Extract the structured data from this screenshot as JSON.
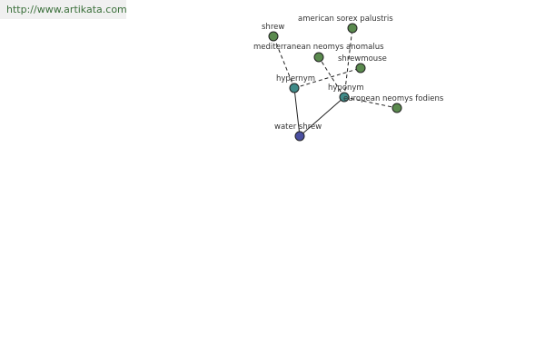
{
  "watermark": {
    "url": "http://www.artikata.com"
  },
  "graph": {
    "colors": {
      "leaf": "#5a8a4e",
      "relation": "#3e8a88",
      "root": "#4a4fa0"
    },
    "nodes": [
      {
        "id": "shrew",
        "label": "shrew",
        "kind": "leaf"
      },
      {
        "id": "american",
        "label": "american sorex palustris",
        "kind": "leaf"
      },
      {
        "id": "mediterranean",
        "label": "mediterranean neomys anomalus",
        "kind": "leaf"
      },
      {
        "id": "shrewmouse",
        "label": "shrewmouse",
        "kind": "leaf"
      },
      {
        "id": "hypernym",
        "label": "hypernym",
        "kind": "relation"
      },
      {
        "id": "hyponym",
        "label": "hyponym",
        "kind": "relation"
      },
      {
        "id": "european",
        "label": "european neomys fodiens",
        "kind": "leaf"
      },
      {
        "id": "water_shrew",
        "label": "water shrew",
        "kind": "root"
      }
    ],
    "edges": [
      {
        "from": "water_shrew",
        "to": "hypernym",
        "style": "solid"
      },
      {
        "from": "water_shrew",
        "to": "hyponym",
        "style": "solid"
      },
      {
        "from": "hypernym",
        "to": "shrew",
        "style": "dashed"
      },
      {
        "from": "hyponym",
        "to": "american",
        "style": "dashed"
      },
      {
        "from": "hyponym",
        "to": "mediterranean",
        "style": "dashed"
      },
      {
        "from": "hypernym",
        "to": "shrewmouse",
        "style": "dashed"
      },
      {
        "from": "hyponym",
        "to": "european",
        "style": "dashed"
      }
    ]
  }
}
